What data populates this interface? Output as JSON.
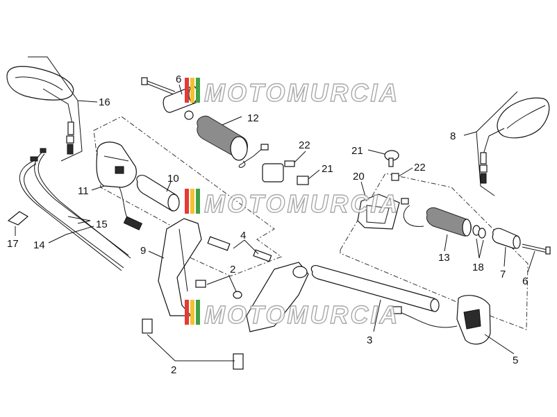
{
  "watermark": {
    "text": "MOTOMURCIA"
  },
  "callouts": {
    "c16": "16",
    "c6a": "6",
    "c12": "12",
    "c22a": "22",
    "c21a": "21",
    "c11": "11",
    "c10": "10",
    "c15": "15",
    "c14": "14",
    "c17": "17",
    "c9": "9",
    "c4": "4",
    "c2a": "2",
    "c2b": "2",
    "c8": "8",
    "c21b": "21",
    "c22b": "22",
    "c20": "20",
    "c13": "13",
    "c18": "18",
    "c7": "7",
    "c6b": "6",
    "c3": "3",
    "c5": "5"
  },
  "colors": {
    "stripe1": "#e53935",
    "stripe2": "#f2c230",
    "stripe3": "#43a047",
    "ink": "#111111"
  }
}
